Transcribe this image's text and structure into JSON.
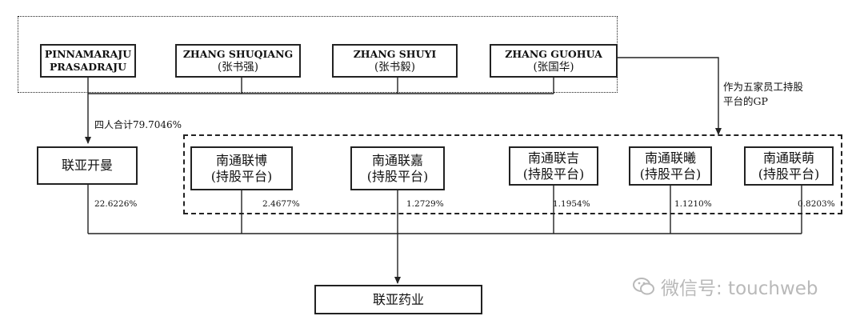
{
  "diagram": {
    "top_group": {
      "people": [
        {
          "name": "PINNAMARAJU",
          "name2": "PRASADRAJU",
          "cn": ""
        },
        {
          "name": "ZHANG SHUQIANG",
          "name2": "",
          "cn": "(张书强)"
        },
        {
          "name": "ZHANG SHUYI",
          "name2": "",
          "cn": "(张书毅)"
        },
        {
          "name": "ZHANG GUOHUA",
          "name2": "",
          "cn": "(张国华)"
        }
      ]
    },
    "combined_label": "四人合计79.7046%",
    "gp_label": "作为五家员工持股\n平台的GP",
    "lianya_kaiman": {
      "name": "联亚开曼",
      "share": "22.6226%"
    },
    "platforms": [
      {
        "line1": "南通联博",
        "line2": "(持股平台)",
        "share": "2.4677%"
      },
      {
        "line1": "南通联嘉",
        "line2": "(持股平台)",
        "share": "1.2729%"
      },
      {
        "line1": "南通联吉",
        "line2": "(持股平台)",
        "share": "1.1954%"
      },
      {
        "line1": "南通联曦",
        "line2": "(持股平台)",
        "share": "1.1210%"
      },
      {
        "line1": "南通联萌",
        "line2": "(持股平台)",
        "share": "0.8203%"
      }
    ],
    "target": {
      "name": "联亚药业"
    },
    "watermark": "微信号: touchweb"
  }
}
